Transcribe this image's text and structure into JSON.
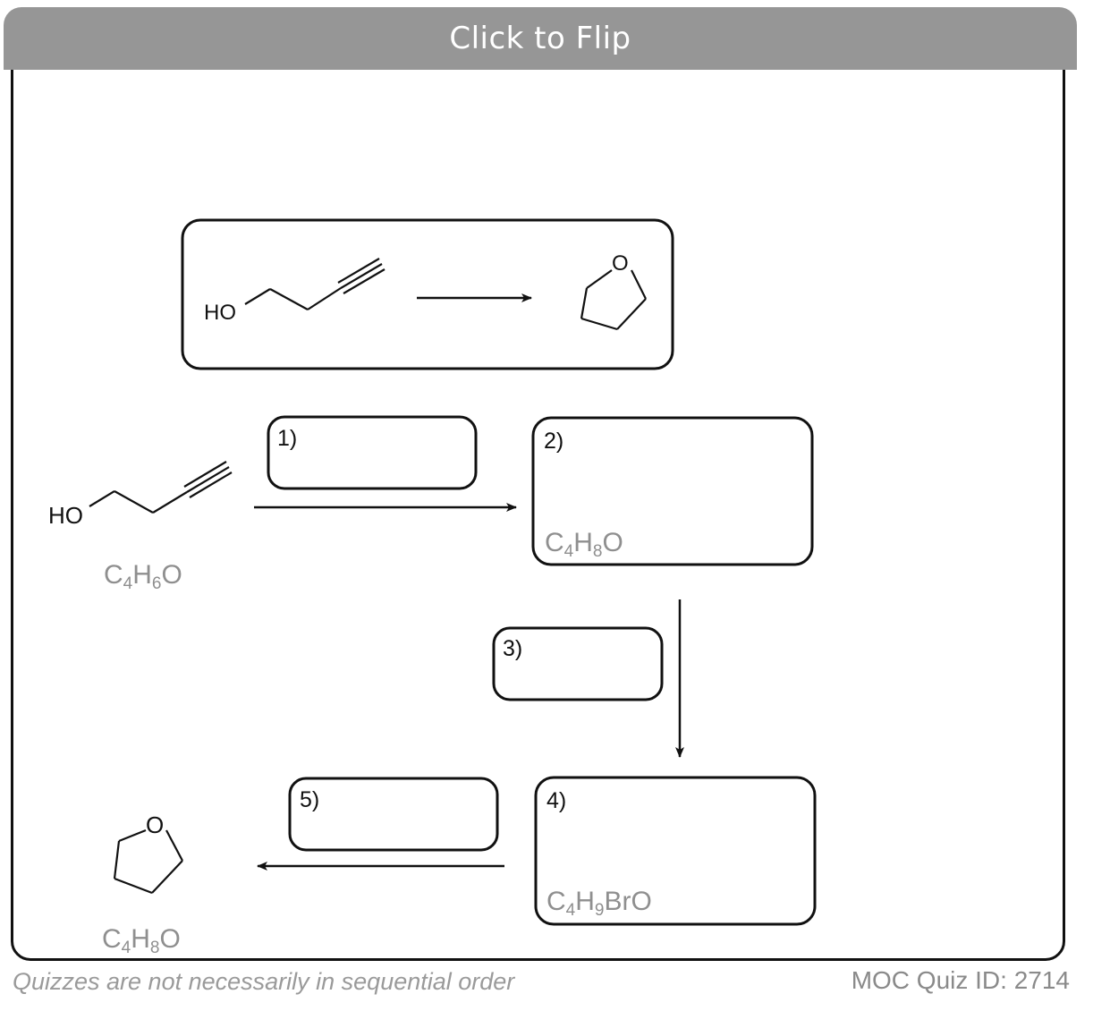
{
  "header": {
    "flip_label": "Click to Flip"
  },
  "overview": {
    "start_label": "HO",
    "product_ring_atom": "O"
  },
  "sequence": {
    "start": {
      "label": "HO",
      "formula_main": "C",
      "formula_sub1": "4",
      "formula_mid": "H",
      "formula_sub2": "6",
      "formula_end": "O"
    },
    "steps": [
      {
        "label": "1)"
      },
      {
        "label": "2)",
        "formula_main": "C",
        "formula_sub1": "4",
        "formula_mid": "H",
        "formula_sub2": "8",
        "formula_end": "O"
      },
      {
        "label": "3)"
      },
      {
        "label": "4)",
        "formula_main": "C",
        "formula_sub1": "4",
        "formula_mid": "H",
        "formula_sub2": "9",
        "formula_end": "BrO"
      },
      {
        "label": "5)"
      }
    ],
    "product": {
      "ring_atom": "O",
      "formula_main": "C",
      "formula_sub1": "4",
      "formula_mid": "H",
      "formula_sub2": "8",
      "formula_end": "O"
    }
  },
  "footer": {
    "note": "Quizzes are not necessarily in sequential order",
    "quiz_id": "MOC Quiz ID: 2714"
  },
  "colors": {
    "formula_gray": "#8f8f8f",
    "bar_gray": "#969696",
    "ink": "#111111"
  }
}
